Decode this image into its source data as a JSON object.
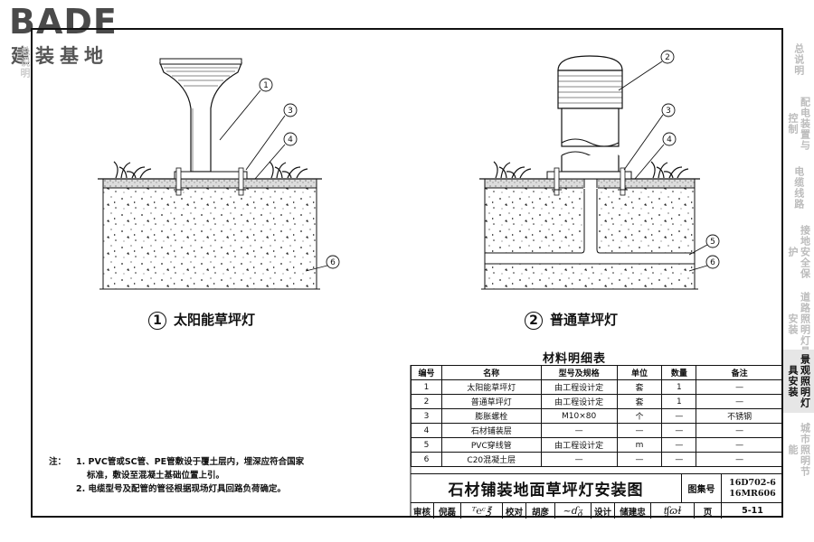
{
  "logo": {
    "word": "BADE",
    "cn": "建装基地"
  },
  "sidebar": {
    "tabs": [
      {
        "label": "总说明",
        "active": false
      },
      {
        "label": "配电装置与控制",
        "active": false
      },
      {
        "label": "电缆线路",
        "active": false
      },
      {
        "label": "接地安全保护",
        "active": false
      },
      {
        "label": "道路照明灯具安装",
        "active": false
      },
      {
        "label": "景观照明灯具安装",
        "active": true
      },
      {
        "label": "城市照明节能",
        "active": false
      }
    ]
  },
  "diagram1": {
    "caption_num": "1",
    "caption": "太阳能草坪灯",
    "callouts": [
      "1",
      "3",
      "4",
      "6"
    ]
  },
  "diagram2": {
    "caption_num": "2",
    "caption": "普通草坪灯",
    "callouts": [
      "2",
      "3",
      "4",
      "5",
      "6"
    ]
  },
  "material_table": {
    "title": "材料明细表",
    "headers": [
      "编号",
      "名称",
      "型号及规格",
      "单位",
      "数量",
      "备注"
    ],
    "rows": [
      [
        "1",
        "太阳能草坪灯",
        "由工程设计定",
        "套",
        "1",
        "—"
      ],
      [
        "2",
        "普通草坪灯",
        "由工程设计定",
        "套",
        "1",
        "—"
      ],
      [
        "3",
        "膨胀螺栓",
        "M10×80",
        "个",
        "—",
        "不锈钢"
      ],
      [
        "4",
        "石材铺装层",
        "—",
        "—",
        "—",
        "—"
      ],
      [
        "5",
        "PVC穿线管",
        "由工程设计定",
        "m",
        "—",
        "—"
      ],
      [
        "6",
        "C20混凝土层",
        "—",
        "—",
        "—",
        "—"
      ]
    ]
  },
  "notes": {
    "label": "注：",
    "items": [
      "1. PVC管或SC管、PE管敷设于覆土层内，埋深应符合国家",
      "标准，敷设至混凝土基础位置上引。",
      "2. 电缆型号及配管的管径根据现场灯具回路负荷确定。"
    ]
  },
  "title_block": {
    "title": "石材铺装地面草坪灯安装图",
    "atlas_label": "图集号",
    "atlas_no_1": "16D702-6",
    "atlas_no_2": "16MR606",
    "review_label": "审核",
    "reviewer": "倪磊",
    "check_label": "校对",
    "checker": "胡彦",
    "design_label": "设计",
    "designer": "储建忠",
    "page_label": "页",
    "page_no": "5-11"
  }
}
